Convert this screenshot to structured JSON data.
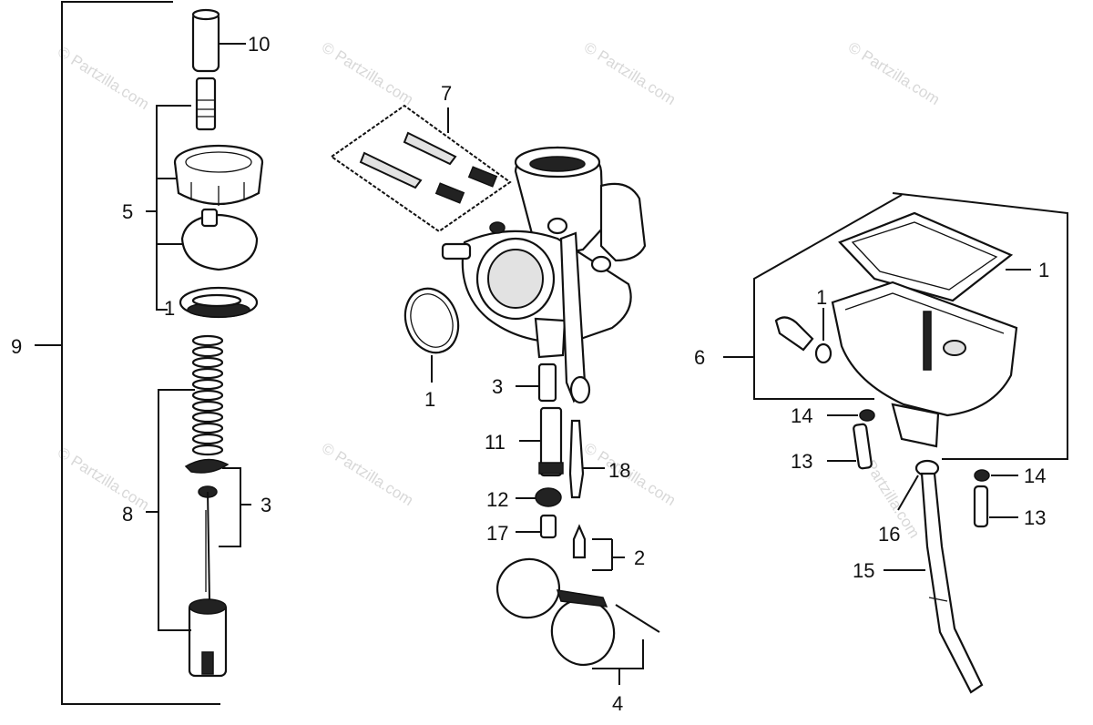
{
  "callouts": {
    "c10": "10",
    "c5": "5",
    "c1_left": "1",
    "c9": "9",
    "c8": "8",
    "c3_left": "3",
    "c7": "7",
    "c1_oring": "1",
    "c3": "3",
    "c11": "11",
    "c18": "18",
    "c12": "12",
    "c17": "17",
    "c2": "2",
    "c4": "4",
    "c6": "6",
    "c1_gasket": "1",
    "c1_screw": "1",
    "c14_left": "14",
    "c13_left": "13",
    "c14_right": "14",
    "c13_right": "13",
    "c16": "16",
    "c15": "15"
  },
  "watermark": "© Partzilla.com"
}
